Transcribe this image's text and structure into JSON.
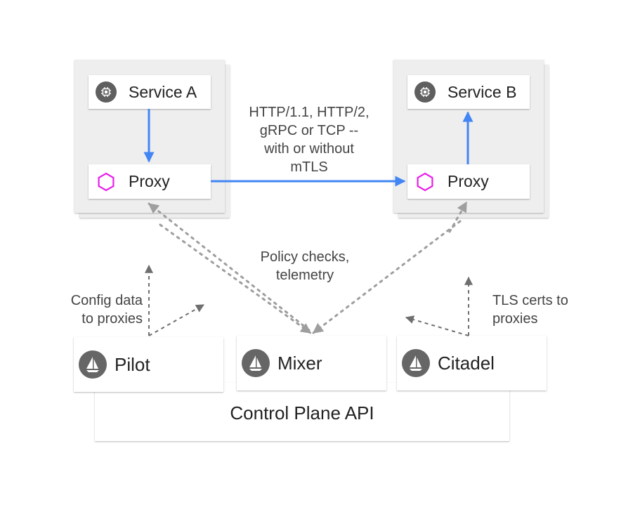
{
  "pods": [
    {
      "service_label": "Service A",
      "proxy_label": "Proxy"
    },
    {
      "service_label": "Service B",
      "proxy_label": "Proxy"
    }
  ],
  "notes": {
    "traffic": [
      "HTTP/1.1, HTTP/2,",
      "gRPC or TCP --",
      "with or without",
      "mTLS"
    ],
    "policy": [
      "Policy checks,",
      "telemetry"
    ],
    "config": [
      "Config data",
      "to proxies"
    ],
    "tls": [
      "TLS certs to",
      "proxies"
    ]
  },
  "components": {
    "pilot": "Pilot",
    "mixer": "Mixer",
    "citadel": "Citadel",
    "control_plane": "Control Plane API"
  },
  "colors": {
    "data_arrow": "#4285f4",
    "proxy_icon": "#e91ee9",
    "dotted_arrow": "#9e9e9e",
    "pod_background": "#eeeeee"
  },
  "icons": {
    "service": "chip-icon",
    "proxy": "hexagon-icon",
    "component": "sailboat-icon"
  }
}
